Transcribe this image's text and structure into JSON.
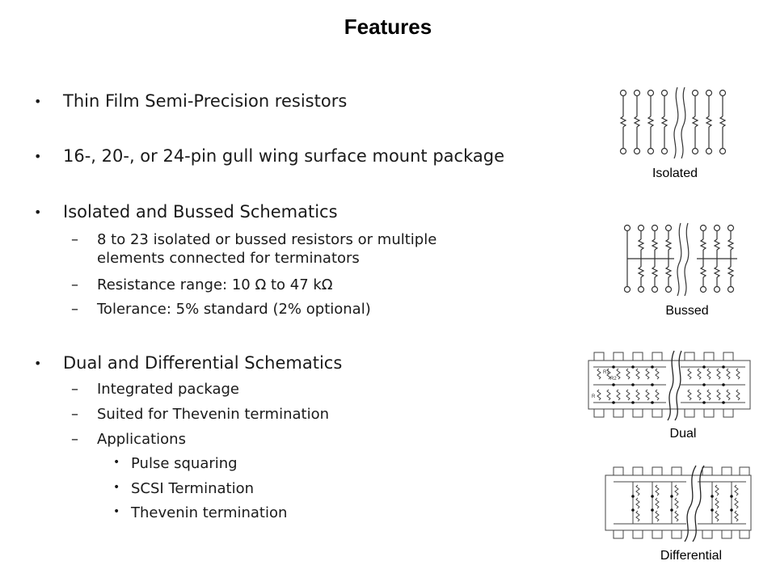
{
  "slide": {
    "title": "Features",
    "bullets": {
      "b1": "Thin Film Semi-Precision resistors",
      "b2": "16-, 20-, or 24-pin gull wing surface mount package",
      "b3": "Isolated and Bussed Schematics",
      "b3_sub1": "8 to 23 isolated or bussed resistors or multiple elements connected for terminators",
      "b3_sub1_line1": "8 to 23 isolated or bussed resistors or multiple",
      "b3_sub1_line2": "elements connected for terminators",
      "b3_sub2": "Resistance range: 10 Ω to 47 kΩ",
      "b3_sub3": "Tolerance: 5% standard (2% optional)",
      "b4": "Dual and Differential Schematics",
      "b4_sub1": "Integrated package",
      "b4_sub2": "Suited for Thevenin termination",
      "b4_sub3": "Applications",
      "b4_sub3_items": [
        "Pulse squaring",
        "SCSI Termination",
        "Thevenin termination"
      ]
    }
  },
  "figures": {
    "isolated": {
      "caption": "Isolated",
      "icon": "isolated-schematic"
    },
    "bussed": {
      "caption": "Bussed",
      "icon": "bussed-schematic"
    },
    "dual": {
      "caption": "Dual",
      "icon": "dual-schematic",
      "labels": {
        "r1": "R1",
        "r2": "R2",
        "r": "R"
      }
    },
    "differential": {
      "caption": "Differential",
      "icon": "differential-schematic"
    }
  }
}
